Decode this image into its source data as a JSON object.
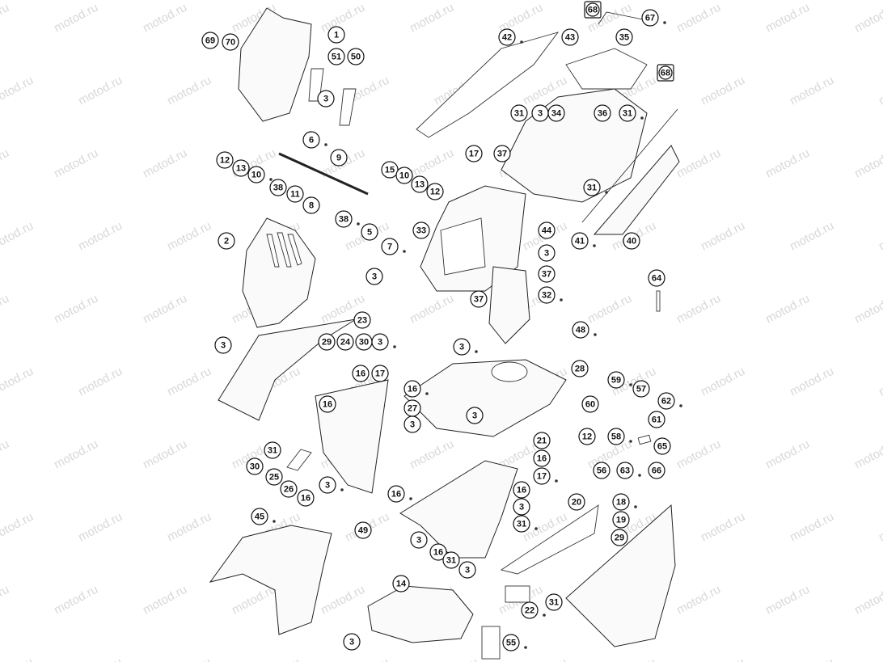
{
  "watermark": "motod.ru",
  "callouts_circle": [
    "69",
    "70",
    "1",
    "51",
    "50",
    "3",
    "6",
    "12",
    "13",
    "10",
    "9",
    "38",
    "11",
    "8",
    "15",
    "10",
    "13",
    "12",
    "38",
    "5",
    "2",
    "42",
    "43",
    "35",
    "67",
    "68",
    "31",
    "3",
    "34",
    "36",
    "31",
    "17",
    "37",
    "31",
    "44",
    "33",
    "7",
    "3",
    "37",
    "41",
    "40",
    "3",
    "32",
    "37",
    "64",
    "48",
    "23",
    "3",
    "29",
    "24",
    "30",
    "3",
    "16",
    "17",
    "16",
    "27",
    "3",
    "3",
    "28",
    "3",
    "59",
    "57",
    "60",
    "62",
    "61",
    "12",
    "58",
    "65",
    "56",
    "63",
    "66",
    "31",
    "30",
    "25",
    "26",
    "3",
    "16",
    "16",
    "16",
    "21",
    "16",
    "17",
    "16",
    "3",
    "31",
    "3",
    "16",
    "31",
    "3",
    "20",
    "18",
    "19",
    "29",
    "45",
    "49",
    "14",
    "22",
    "31",
    "3",
    "55"
  ],
  "callouts_square": [
    "68",
    "68"
  ]
}
